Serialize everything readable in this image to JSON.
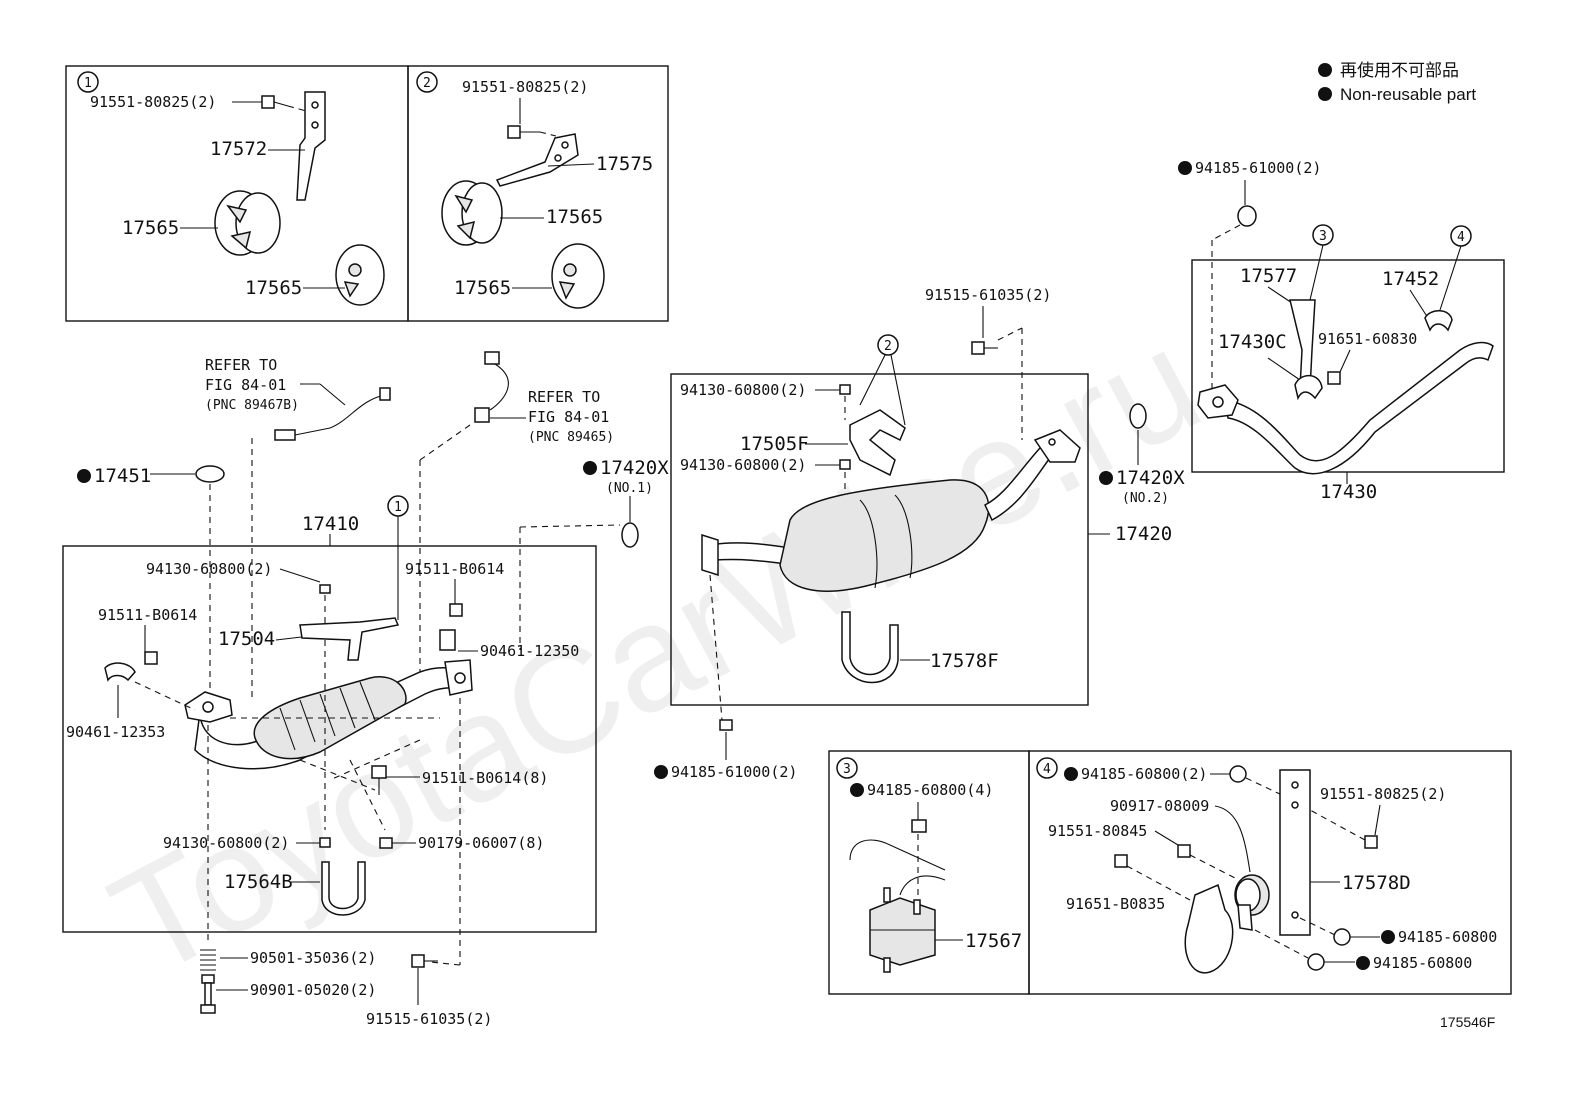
{
  "watermark": "ToyotaCarWine.ru",
  "legend": {
    "japanese": "再使用不可部品",
    "english": "Non-reusable part"
  },
  "figure_code": "175546F",
  "inset1": {
    "marker": "1",
    "bolt": "91551-80825(2)",
    "bracket": "17572",
    "mount_a": "17565",
    "mount_b": "17565"
  },
  "inset2": {
    "marker": "2",
    "bolt": "91551-80825(2)",
    "bracket": "17575",
    "mount_a": "17565",
    "mount_b": "17565"
  },
  "left": {
    "sensor1_refer": "REFER TO",
    "sensor1_fig": "FIG 84-01",
    "sensor1_pnc": "(PNC 89467B)",
    "sensor2_refer": "REFER TO",
    "sensor2_fig": "FIG 84-01",
    "sensor2_pnc": "(PNC 89465)",
    "gasket": "17451",
    "assembly": "17410",
    "marker": "1",
    "nut_top": "94130-60800(2)",
    "bolt_left": "91511-B0614",
    "bolt_right": "91511-B0614",
    "bracket": "17504",
    "clamp_right": "90461-12350",
    "clamp_left": "90461-12353",
    "bolt_mid": "91511-B0614(8)",
    "nut_bottom": "94130-60800(2)",
    "nut_right": "90179-06007(8)",
    "ubolt": "17564B",
    "spring": "90501-35036(2)",
    "bolt_bottom": "90901-05020(2)",
    "bolt_flange": "91515-61035(2)"
  },
  "center": {
    "gasket_no1": "17420X",
    "gasket_no1_sub": "(NO.1)",
    "bolt_top": "91515-61035(2)",
    "marker": "2",
    "nut_top": "94130-60800(2)",
    "bracket": "17505F",
    "nut_mid": "94130-60800(2)",
    "gasket_no2": "17420X",
    "gasket_no2_sub": "(NO.2)",
    "assembly": "17420",
    "ubolt": "17578F",
    "nut_bottom": "94185-61000(2)"
  },
  "right": {
    "nut_top": "94185-61000(2)",
    "marker3": "3",
    "marker4": "4",
    "bracket": "17577",
    "clamp": "17452",
    "stay": "17430C",
    "bolt": "91651-60830",
    "assembly": "17430"
  },
  "inset3": {
    "marker": "3",
    "nut": "94185-60800(4)",
    "mount": "17567"
  },
  "inset4": {
    "marker": "4",
    "nut_top": "94185-60800(2)",
    "bushing": "90917-08009",
    "bolt_right": "91551-80825(2)",
    "bolt_a": "91551-80845",
    "bolt_b": "91651-B0835",
    "hanger": "17578D",
    "nut_r1": "94185-60800",
    "nut_r2": "94185-60800"
  }
}
